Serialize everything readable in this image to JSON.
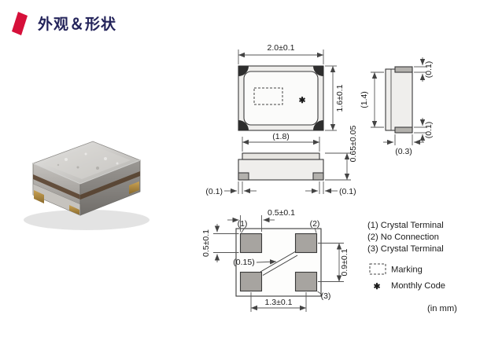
{
  "header": {
    "title": "外观＆形状",
    "accent_color": "#d6103a"
  },
  "top_view": {
    "dim_width": "2.0±0.1",
    "dim_height": "1.6±0.1",
    "monthly_code_symbol": "✱"
  },
  "side_view": {
    "dim_lid_width": "(1.8)",
    "dim_height": "0.65±0.05",
    "dim_left_margin": "(0.1)",
    "dim_right_margin": "(0.1)"
  },
  "end_view": {
    "dim_top_margin": "(0.1)",
    "dim_body": "(1.4)",
    "dim_bottom_margin": "(0.1)",
    "dim_terminal": "(0.3)"
  },
  "bottom_view": {
    "dim_pad_width": "0.5±0.1",
    "dim_pad_height": "0.5±0.1",
    "dim_pad_pitch_v": "0.9±0.1",
    "dim_pad_pitch_h": "1.3±0.1",
    "dim_gap": "(0.15)",
    "pin1_label": "(1)",
    "pin2_label": "(2)",
    "pin3_label": "(3)"
  },
  "legend": {
    "items": [
      "(1) Crystal Terminal",
      "(2) No Connection",
      "(3) Crystal Terminal"
    ],
    "marking_label": "Marking",
    "monthly_code_symbol": "✱",
    "monthly_code_label": "Monthly Code",
    "unit_note": "(in mm)"
  }
}
